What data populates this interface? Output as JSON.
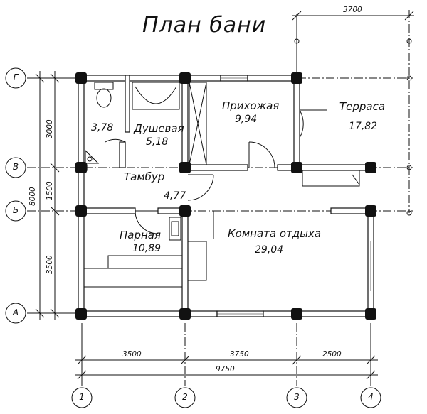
{
  "title": "План бани",
  "rooms": [
    {
      "name": "",
      "area": "3,78"
    },
    {
      "name": "Душевая",
      "area": "5,18"
    },
    {
      "name": "Прихожая",
      "area": "9,94"
    },
    {
      "name": "Терраса",
      "area": "17,82"
    },
    {
      "name": "Тамбур",
      "area": "4,77"
    },
    {
      "name": "Парная",
      "area": "10,89"
    },
    {
      "name": "Комната отдыха",
      "area": "29,04"
    }
  ],
  "dimensions": {
    "top_terrace": "3700",
    "bottom": [
      "3500",
      "3750",
      "2500"
    ],
    "bottom_total": "9750",
    "left": [
      "3000",
      "1500",
      "3500"
    ],
    "left_total": "8000"
  },
  "axes": {
    "rows": [
      "Г",
      "В",
      "Б",
      "А"
    ],
    "cols": [
      "1",
      "2",
      "3",
      "4"
    ]
  }
}
